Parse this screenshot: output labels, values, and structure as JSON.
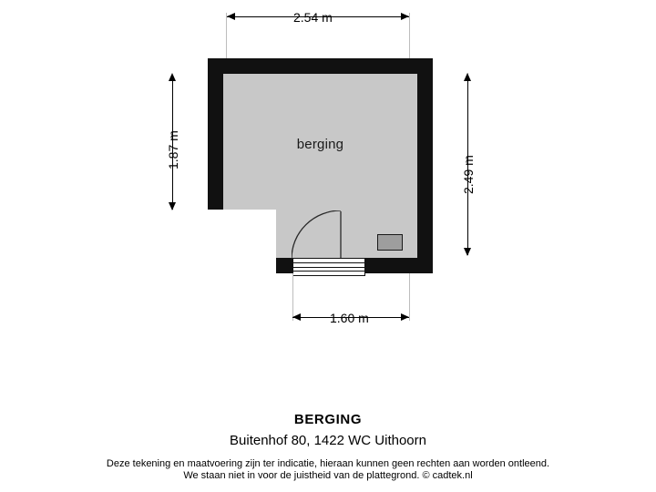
{
  "plan": {
    "room_label": "berging",
    "dimensions": {
      "top": "2.54 m",
      "left": "1.87 m",
      "right": "2.49 m",
      "bottom": "1.60 m"
    }
  },
  "caption": {
    "title": "BERGING",
    "address": "Buitenhof 80, 1422 WC Uithoorn",
    "disclaimer_line1": "Deze tekening en maatvoering zijn ter indicatie, hieraan kunnen geen rechten aan worden ontleend.",
    "disclaimer_line2": "We staan niet in voor de juistheid van de plattegrond. © cadtek.nl"
  }
}
